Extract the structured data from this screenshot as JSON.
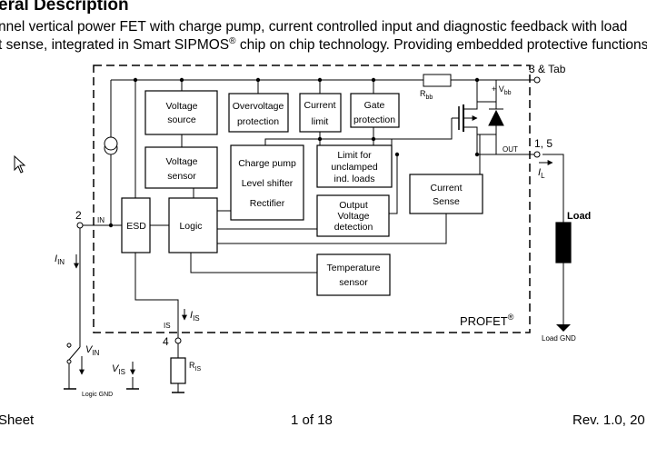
{
  "doc": {
    "heading": "eral Description",
    "intro_line1": "nnel vertical power FET with charge pump, current controlled input and diagnostic feedback with load",
    "intro_line2a": "t sense, integrated in Smart SIPMOS",
    "intro_line2_sup": "®",
    "intro_line2b": " chip on chip technology. Providing embedded protective functions"
  },
  "diagram": {
    "blocks": {
      "voltage_source": [
        "Voltage",
        "source"
      ],
      "overvoltage_protection": [
        "Overvoltage",
        "protection"
      ],
      "current_limit": [
        "Current",
        "limit"
      ],
      "gate_protection": [
        "Gate",
        "protection"
      ],
      "voltage_sensor": [
        "Voltage",
        "sensor"
      ],
      "charge_pump": [
        "Charge pump",
        "Level shifter",
        "Rectifier"
      ],
      "limit_unclamped": [
        "Limit for",
        "unclamped",
        "ind. loads"
      ],
      "current_sense": [
        "Current",
        "Sense"
      ],
      "esd": "ESD",
      "logic": "Logic",
      "output_voltage_detection": [
        "Output",
        "Voltage",
        "detection"
      ],
      "temperature_sensor": [
        "Temperature",
        "sensor"
      ]
    },
    "pins": {
      "pin3": "3 & Tab",
      "pin1": "1, 5",
      "pin2": "2",
      "pin4": "4",
      "out": "OUT",
      "in": "IN",
      "is": "IS"
    },
    "labels": {
      "rbb": "R",
      "rbb_sub": "bb",
      "vbb": "+ V",
      "vbb_sub": "bb",
      "il": "I",
      "il_sub": "L",
      "iin": "I",
      "iin_sub": "IN",
      "vin": "V",
      "vin_sub": "IN",
      "iis": "I",
      "iis_sub": "IS",
      "vis": "V",
      "vis_sub": "IS",
      "ris": "R",
      "ris_sub": "IS",
      "load": "Load",
      "load_gnd": "Load GND",
      "logic_gnd": "Logic GND",
      "profet": "PROFET",
      "profet_sup": "®"
    }
  },
  "footer": {
    "left": "Sheet",
    "center": "1 of 18",
    "right": "Rev. 1.0, 20"
  }
}
